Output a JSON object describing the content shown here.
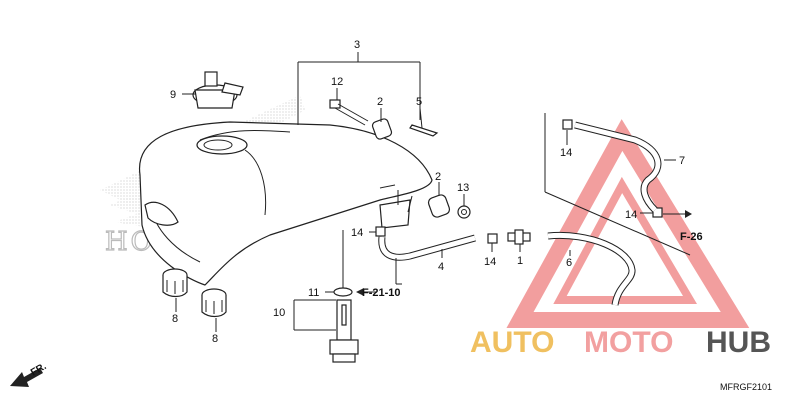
{
  "diagram": {
    "part_callouts": [
      {
        "id": "c3",
        "label": "3"
      },
      {
        "id": "c12",
        "label": "12"
      },
      {
        "id": "c2a",
        "label": "2"
      },
      {
        "id": "c5",
        "label": "5"
      },
      {
        "id": "c9",
        "label": "9"
      },
      {
        "id": "c2b",
        "label": "2"
      },
      {
        "id": "c13",
        "label": "13"
      },
      {
        "id": "c14a",
        "label": "14"
      },
      {
        "id": "c14b",
        "label": "14"
      },
      {
        "id": "c14c",
        "label": "14"
      },
      {
        "id": "c14d",
        "label": "14"
      },
      {
        "id": "c1",
        "label": "1"
      },
      {
        "id": "c4",
        "label": "4"
      },
      {
        "id": "c6",
        "label": "6"
      },
      {
        "id": "c7",
        "label": "7"
      },
      {
        "id": "c11",
        "label": "11"
      },
      {
        "id": "c10",
        "label": "10"
      },
      {
        "id": "c8a",
        "label": "8"
      },
      {
        "id": "c8b",
        "label": "8"
      }
    ],
    "section_refs": {
      "f2110": "F-21-10",
      "f26": "F-26"
    },
    "direction_arrow_label": "FR.",
    "diagram_code": "MFRGF2101",
    "tank_logo_text": "HONDA"
  },
  "watermark": {
    "part1": "AUTO",
    "part2": "MOTO",
    "part3": "HUB",
    "color_auto": "#f0c060",
    "color_moto": "#f2a0a0",
    "color_hub": "#555555",
    "triangle_color": "#e85050"
  }
}
